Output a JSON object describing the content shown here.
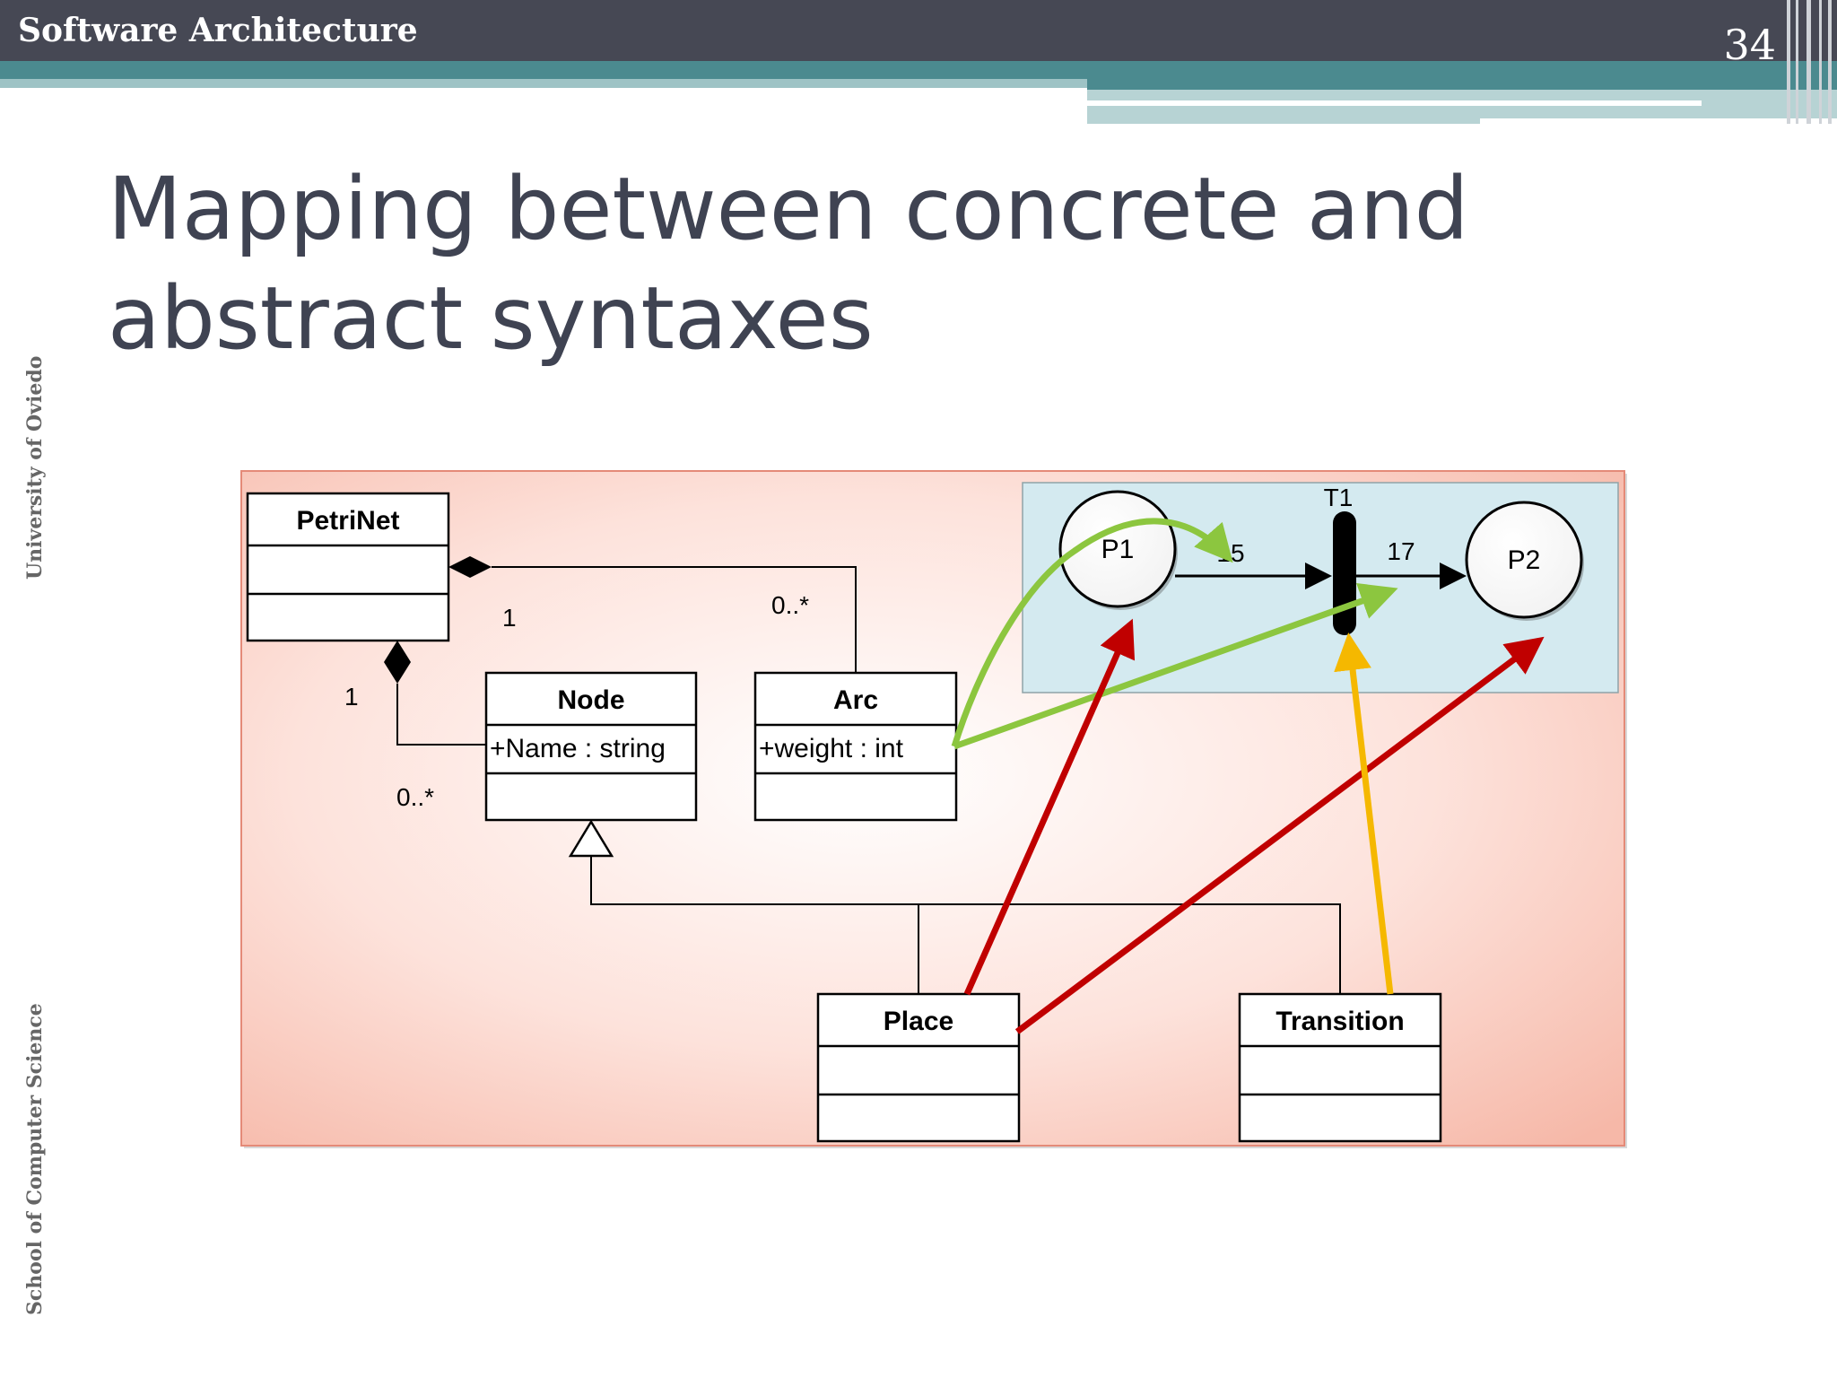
{
  "header": {
    "course": "Software Architecture",
    "page_number": "34"
  },
  "title": "Mapping between concrete and abstract syntaxes",
  "sidebar": {
    "top": "University of Oviedo",
    "bottom": "School of Computer Science"
  },
  "uml": {
    "classes": {
      "petrinet": "PetriNet",
      "node": "Node",
      "node_attr": "+Name : string",
      "arc": "Arc",
      "arc_attr": "+weight : int",
      "place": "Place",
      "transition": "Transition"
    },
    "multiplicities": {
      "petrinet_arc_1": "1",
      "arc_many": "0..*",
      "petrinet_node_1": "1",
      "node_many": "0..*"
    }
  },
  "petri": {
    "transition_label": "T1",
    "place1": "P1",
    "place2": "P2",
    "weight_in": "15",
    "weight_out": "17"
  },
  "colors": {
    "mapping_place": "#c00000",
    "mapping_transition": "#f5b800",
    "mapping_arc": "#8cc63f",
    "petri_panel": "#d4eaf0",
    "title_text": "#3f4352"
  }
}
